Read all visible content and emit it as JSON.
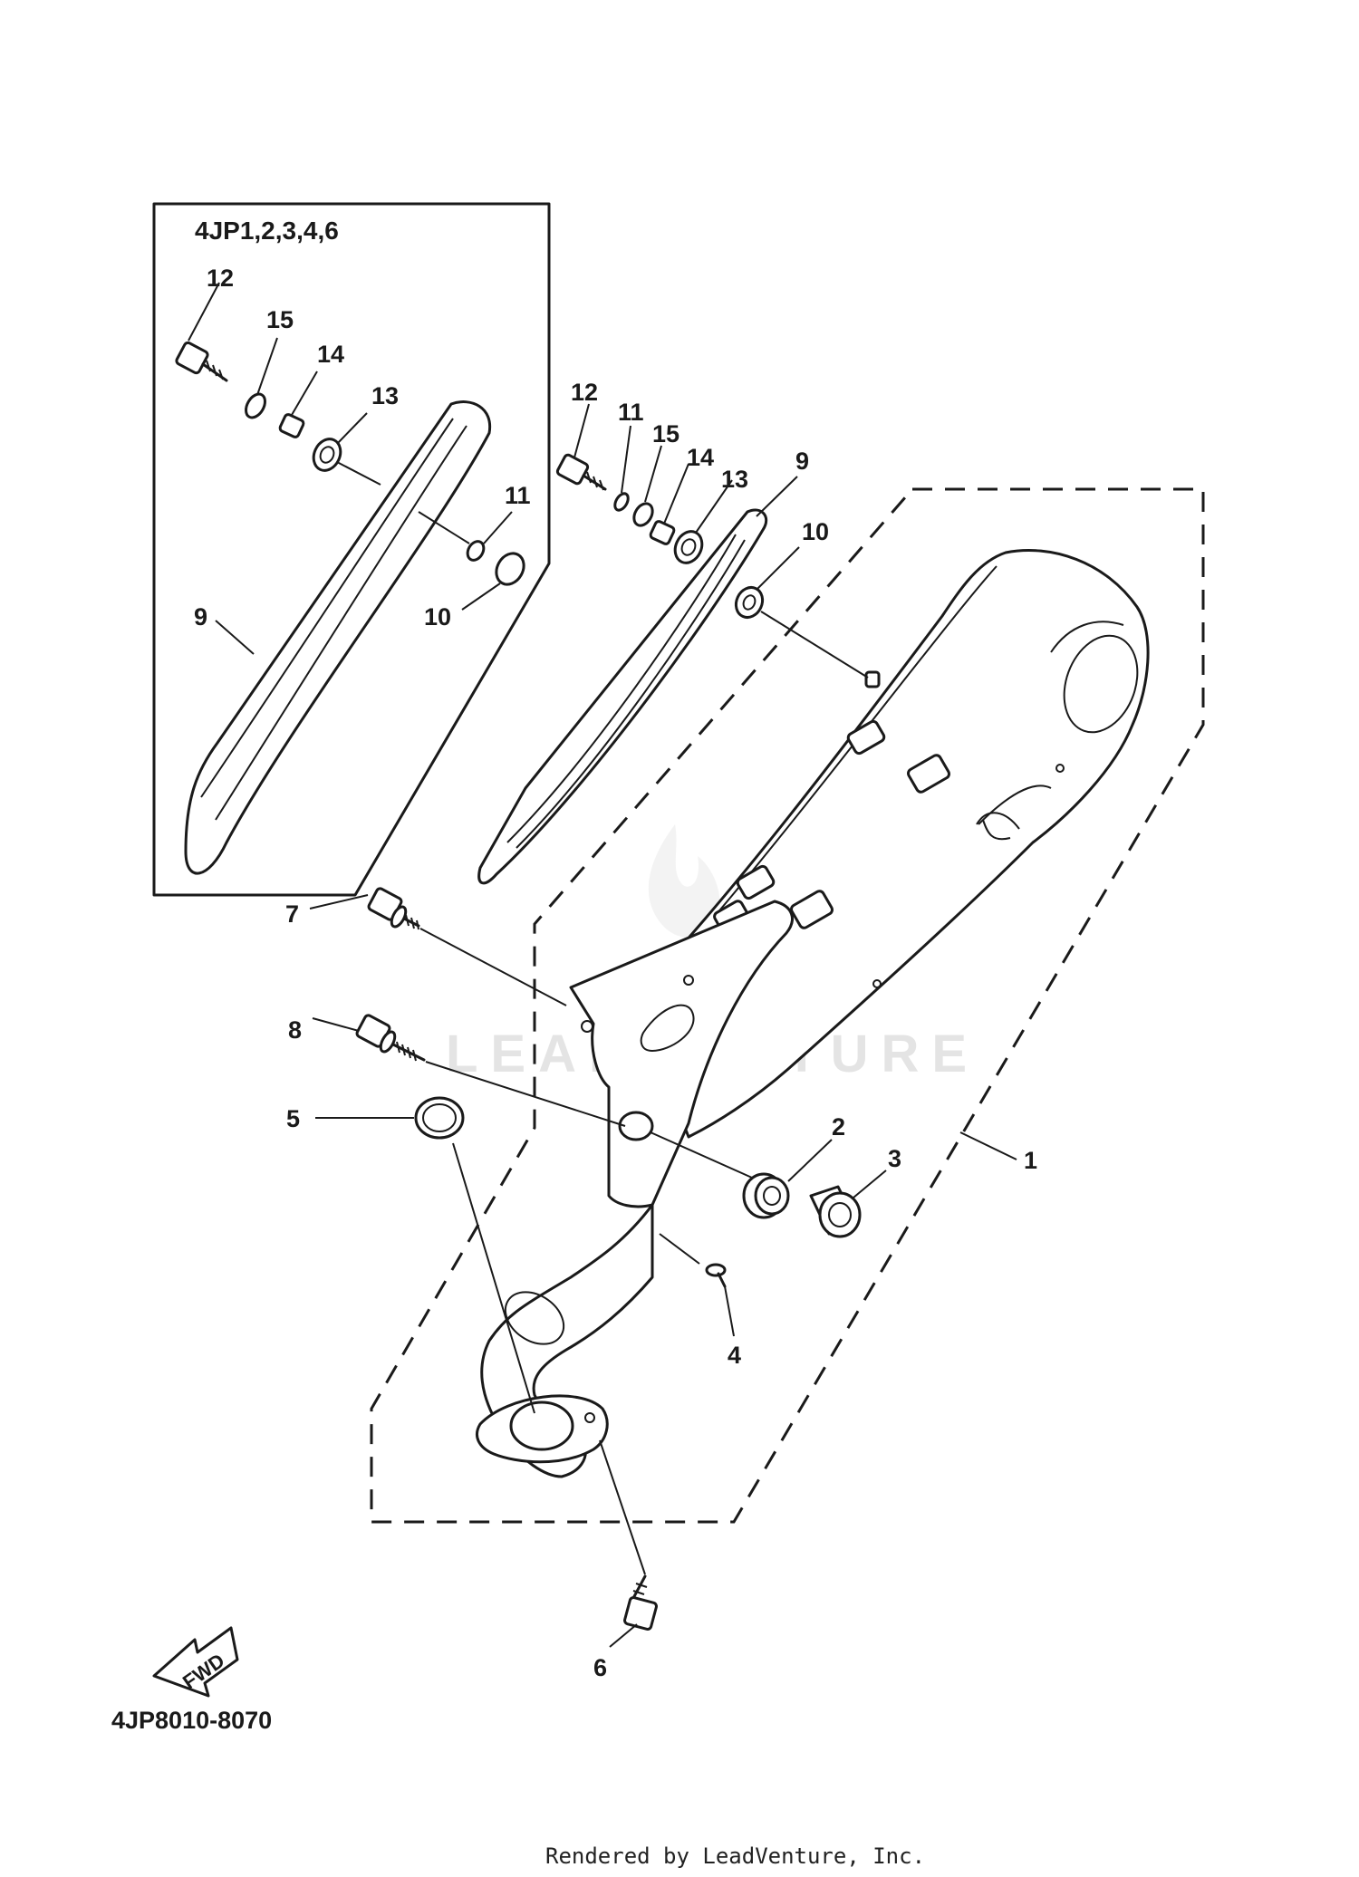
{
  "diagram": {
    "inset_title": "4JP1,2,3,4,6",
    "drawing_code": "4JP8010-8070",
    "arrow_label": "FWD",
    "watermark": "LEADVENTURE",
    "footer": "Rendered by LeadVenture, Inc.",
    "callouts": {
      "c1": "1",
      "c2": "2",
      "c3": "3",
      "c4": "4",
      "c5": "5",
      "c6": "6",
      "c7": "7",
      "c8": "8",
      "c9": "9",
      "c10": "10",
      "c11": "11",
      "c12": "12",
      "c13": "13",
      "c14": "14",
      "c15": "15",
      "i9": "9",
      "i10": "10",
      "i11": "11",
      "i12": "12",
      "i13": "13",
      "i14": "14",
      "i15": "15"
    }
  }
}
